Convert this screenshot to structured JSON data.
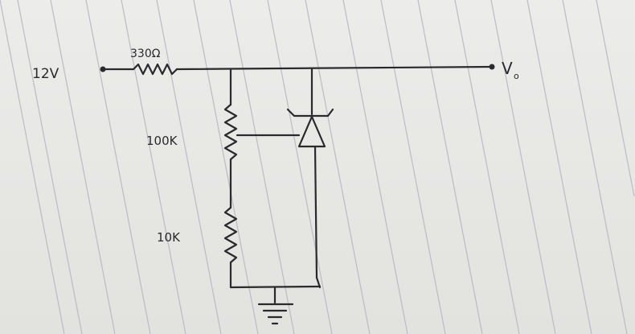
{
  "labels": {
    "supply": "12V",
    "series_resistor": "330Ω",
    "upper_resistor": "100K",
    "lower_resistor": "10K",
    "output": "V",
    "output_sub": "o"
  },
  "colors": {
    "ink": "#2a2a2e",
    "paper": "#e9e9e6",
    "rule_line": "#b9bcc4"
  }
}
